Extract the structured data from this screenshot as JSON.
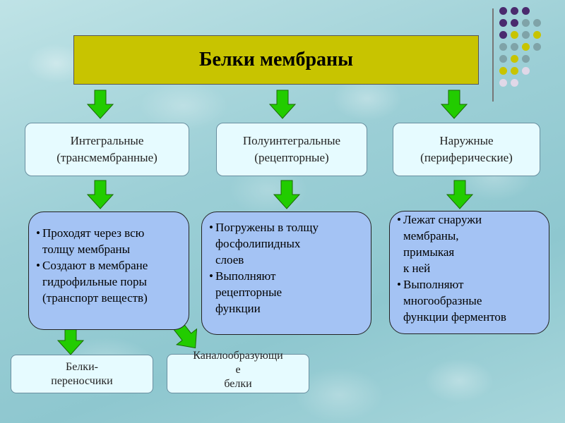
{
  "title": "Белки мембраны",
  "types": {
    "integral": "Интегральные\n(трансмембранные)",
    "semi": "Полуинтегральные\n(рецепторные)",
    "peripheral": "Наружные\n(периферические)"
  },
  "descriptions": {
    "integral": [
      "Проходят через всю\nтолщу мембраны",
      "Создают в мембране\nгидрофильные поры\n(транспорт веществ)"
    ],
    "semi": [
      "Погружены в толщу\nфосфолипидных\nслоев",
      "Выполняют\nрецепторные\nфункции"
    ],
    "peripheral": [
      "Лежат снаружи\nмембраны,\nпримыкая\nк ней",
      "Выполняют\nмногообразные\nфункции ферментов"
    ]
  },
  "bottom": {
    "carriers": "Белки-\nпереносчики",
    "channel": "Каналообразующи\nе\nбелки"
  },
  "colors": {
    "title_fill": "#c8c400",
    "arrow_fill": "#22cc00",
    "description_fill": "#a4c3f4",
    "label_fill": "#e6fbff"
  }
}
